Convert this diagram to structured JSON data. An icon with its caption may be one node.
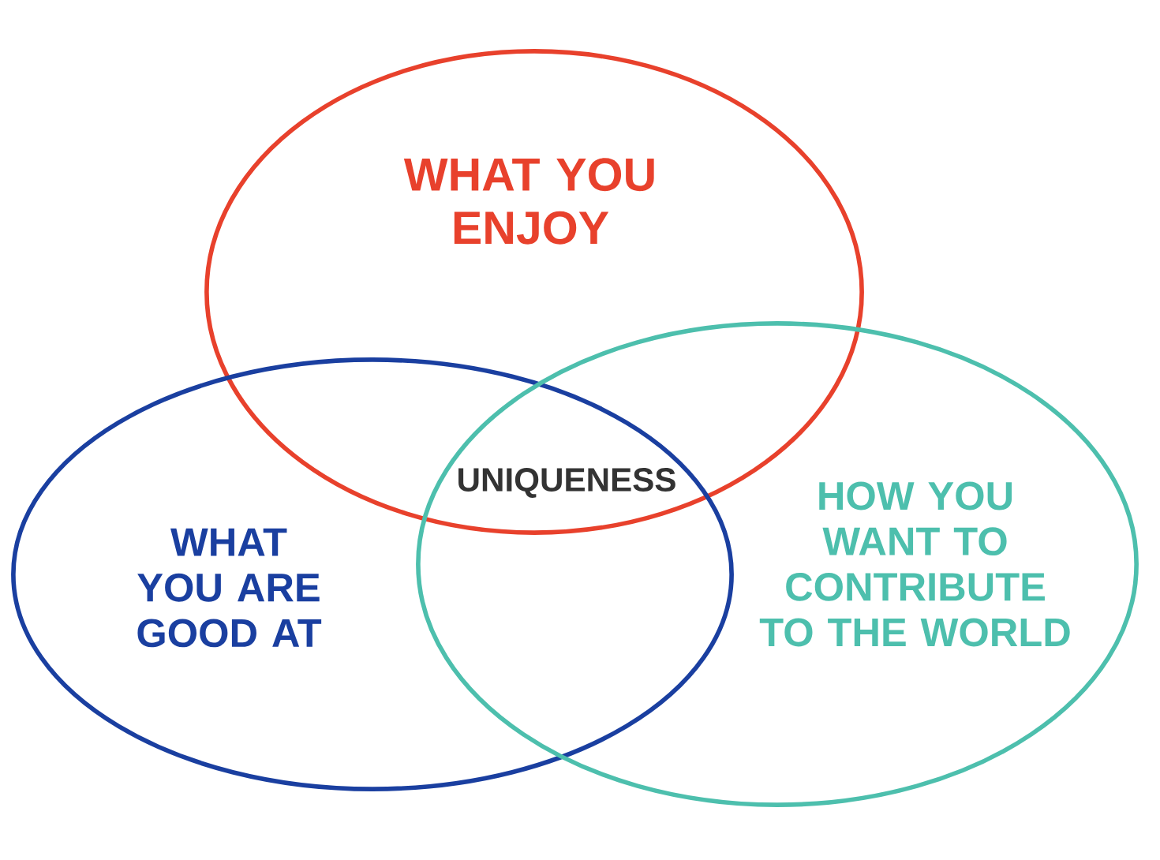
{
  "diagram": {
    "nodes": [
      {
        "text": [
          "WHAT YOU ENJOY"
        ]
      },
      {
        "text": [
          "WHAT YOU ARE GOOD AT"
        ]
      },
      {
        "text": [
          "HOW YOU WANT TO CONTRIBUTE TO THE WORLD"
        ]
      }
    ],
    "labels": [
      "UNIQUENESS"
    ]
  }
}
